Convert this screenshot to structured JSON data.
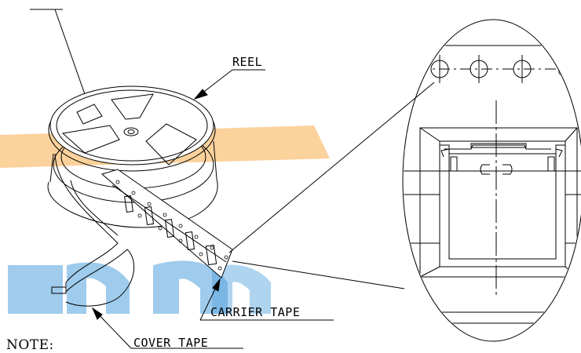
{
  "labels": {
    "reel": "REEL",
    "carrier_tape": "CARRIER TAPE",
    "cover_tape": "COVER TAPE",
    "note": "NOTE:"
  },
  "watermark": {
    "orange": "#f59a2a",
    "blue": "#2f8fd6"
  },
  "line_color": "#000000"
}
